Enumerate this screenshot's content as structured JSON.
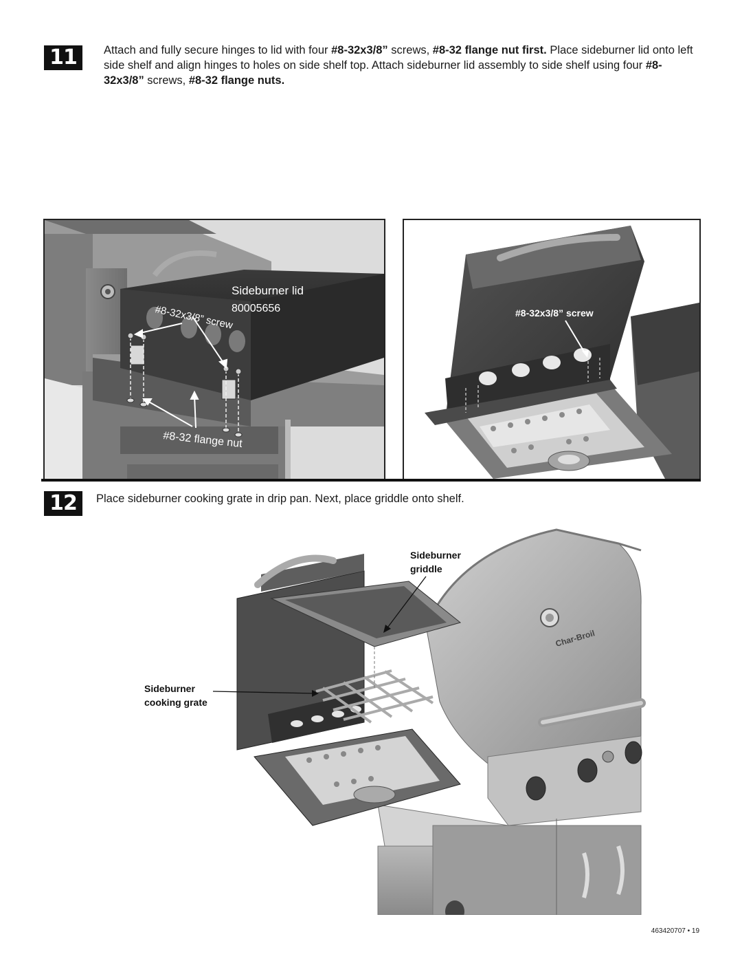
{
  "step11": {
    "number": "11",
    "text_parts": [
      {
        "t": "Attach and fully secure hinges to lid with four ",
        "b": false
      },
      {
        "t": "#8-32x3/8”",
        "b": true
      },
      {
        "t": " screws, ",
        "b": false
      },
      {
        "t": "#8-32 flange nut first.",
        "b": true
      },
      {
        "t": " Place sideburner lid onto left side shelf and align hinges to holes on side shelf top. Attach sideburner lid assembly to side shelf using four ",
        "b": false
      },
      {
        "t": "#8-32x3/8”",
        "b": true
      },
      {
        "t": " screws, ",
        "b": false
      },
      {
        "t": "#8-32 flange nuts.",
        "b": true
      }
    ],
    "left_panel": {
      "lid_label": "Sideburner lid",
      "part_number": "80005656",
      "screw_label": "#8-32x3/8” screw",
      "nut_label": "#8-32 flange nut"
    },
    "right_panel": {
      "screw_label": "#8-32x3/8” screw"
    }
  },
  "step12": {
    "number": "12",
    "text": "Place sideburner cooking grate in drip pan. Next, place griddle onto shelf.",
    "griddle_label_1": "Sideburner",
    "griddle_label_2": "griddle",
    "grate_label_1": "Sideburner",
    "grate_label_2": "cooking grate",
    "logo_text": "Char-Broil"
  },
  "footer": "463420707 • 19"
}
